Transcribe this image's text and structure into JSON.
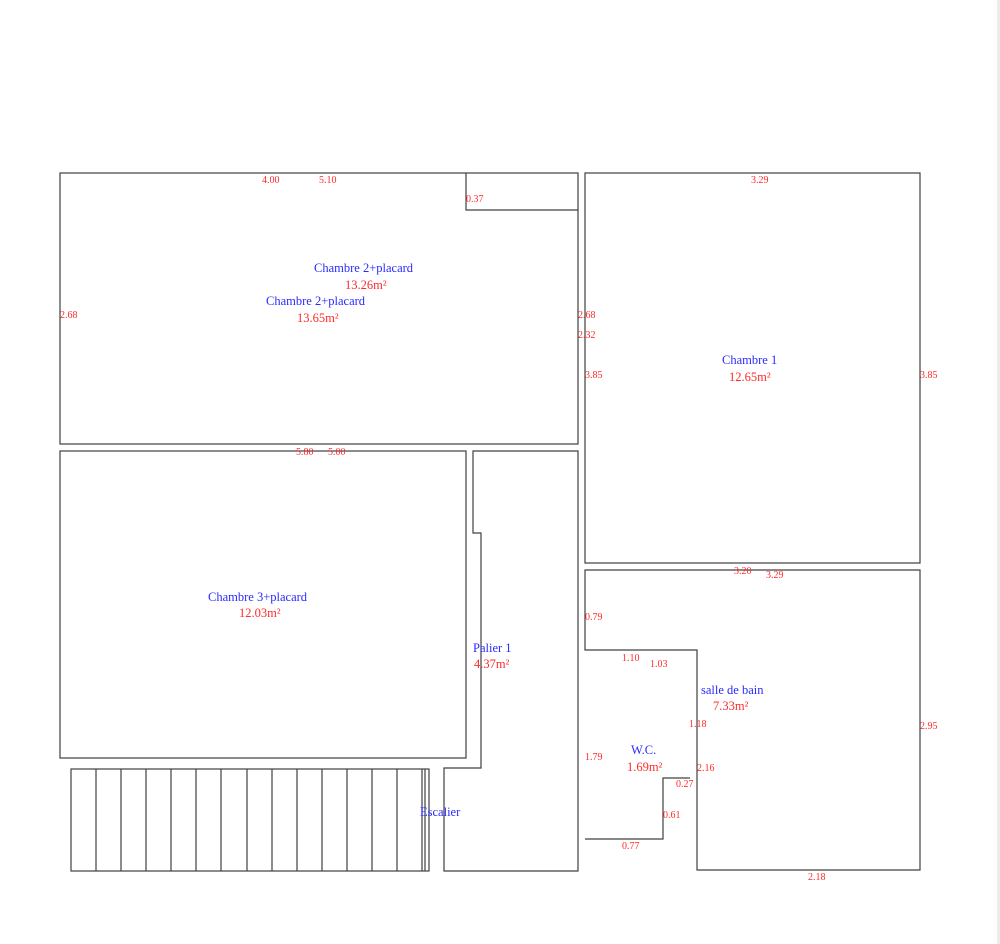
{
  "rooms": {
    "chambre2a": {
      "name": "Chambre 2+placard",
      "area": "13.26m²"
    },
    "chambre2b": {
      "name": "Chambre 2+placard",
      "area": "13.65m²"
    },
    "chambre1": {
      "name": "Chambre 1",
      "area": "12.65m²"
    },
    "chambre3": {
      "name": "Chambre 3+placard",
      "area": "12.03m²"
    },
    "palier": {
      "name": "Palier 1",
      "area": "4.37m²"
    },
    "sdb": {
      "name": "salle de bain",
      "area": "7.33m²"
    },
    "wc": {
      "name": "W.C.",
      "area": "1.69m²"
    },
    "escalier": {
      "name": "Escalier"
    }
  },
  "dimensions": {
    "c2_top_a": "4.00",
    "c2_top_b": "5.10",
    "placard_h": "0.37",
    "c2_left": "2.68",
    "c2_right": "2.68",
    "c2_right_b": "2.32",
    "c1_left": "3.85",
    "c1_top": "3.29",
    "c1_right": "3.85",
    "c2_bottom_a": "5.80",
    "c2_bottom_b": "5.00",
    "c1_bottom": "3.20",
    "sdb_top": "3.29",
    "sdb_left": "0.79",
    "sdb_step_a": "1.10",
    "sdb_step_b": "1.03",
    "sdb_inner": "1.18",
    "wc_left": "1.79",
    "wc_right": "2.16",
    "wc_step": "0.27",
    "wc_step_v": "0.61",
    "wc_bottom": "0.77",
    "sdb_right": "2.95",
    "sdb_bottom": "2.18"
  }
}
